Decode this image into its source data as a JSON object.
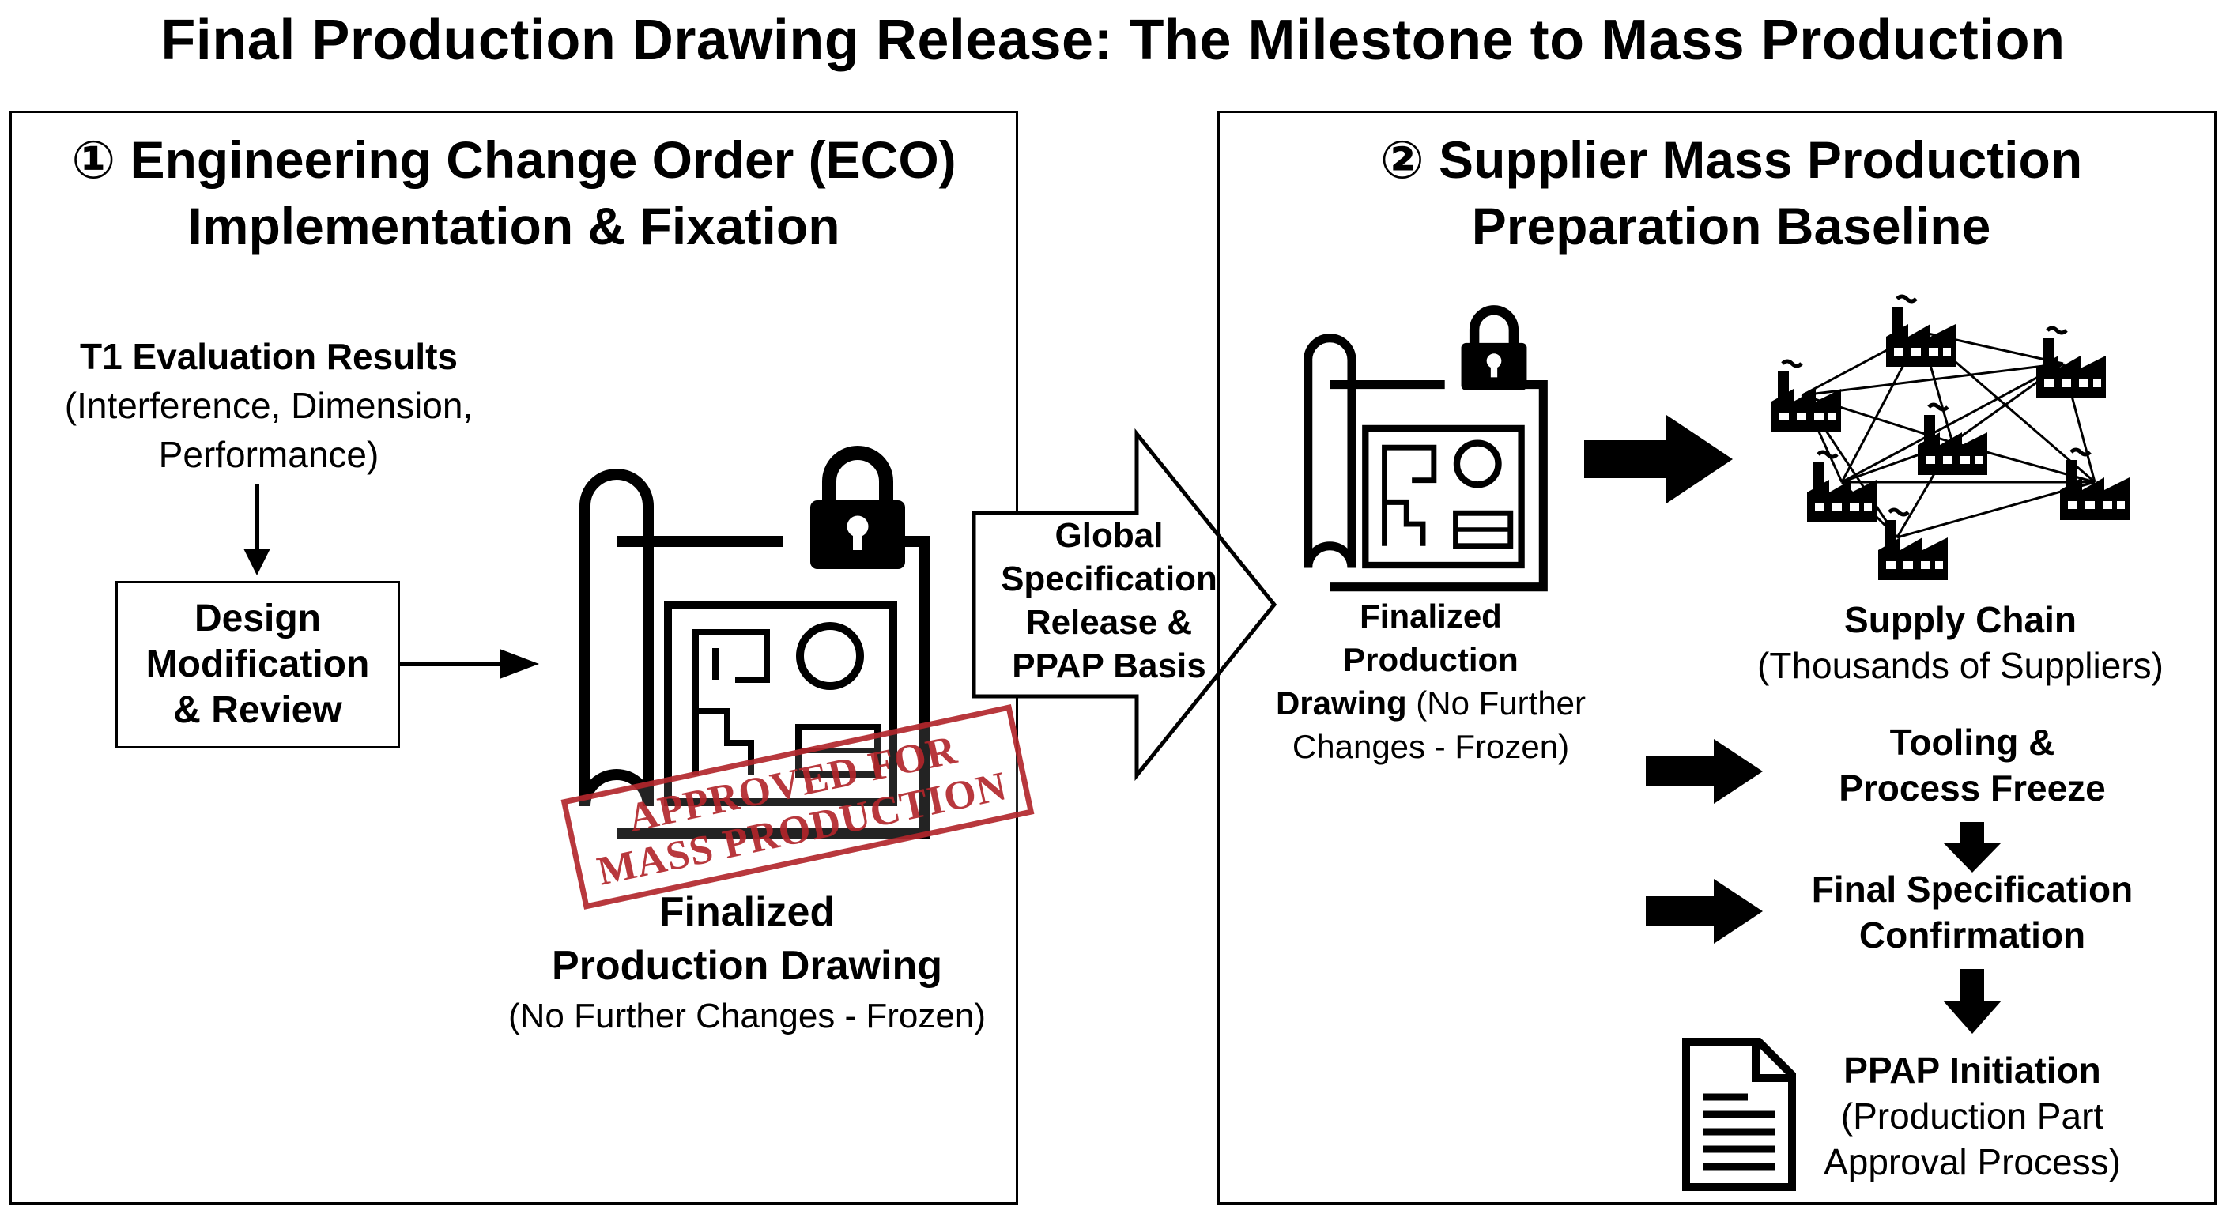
{
  "title": "Final Production Drawing Release: The Milestone to Mass Production",
  "panel1": {
    "heading": [
      "① Engineering Change Order (ECO)",
      "Implementation & Fixation"
    ],
    "t1": {
      "title": "T1 Evaluation Results",
      "lines": [
        "(Interference, Dimension,",
        "Performance)"
      ]
    },
    "design_box": [
      "Design",
      "Modification",
      "& Review"
    ],
    "stamp": [
      "APPROVED FOR",
      "MASS PRODUCTION"
    ],
    "drawing_label": [
      "Finalized",
      "Production Drawing"
    ],
    "drawing_sub": "(No Further Changes - Frozen)"
  },
  "center_arrow": [
    "Global",
    "Specification",
    "Release &",
    "PPAP Basis"
  ],
  "panel2": {
    "heading": [
      "② Supplier Mass Production",
      "Preparation Baseline"
    ],
    "drawing_label": {
      "bold1": "Finalized",
      "bold2": "Production",
      "bold3": "Drawing",
      "normal3": " (No Further",
      "line4": "Changes - Frozen)"
    },
    "supply_chain": {
      "title": "Supply Chain",
      "sub": "(Thousands of Suppliers)"
    },
    "steps": [
      {
        "lines": [
          "Tooling &",
          "Process Freeze"
        ]
      },
      {
        "lines": [
          "Final Specification",
          "Confirmation"
        ]
      }
    ],
    "ppap": {
      "title": "PPAP Initiation",
      "lines": [
        "(Production Part",
        "Approval Process)"
      ]
    }
  },
  "icons": {
    "lock": "lock-icon",
    "blueprint": "blueprint-scroll-icon",
    "factory": "factory-icon",
    "document": "document-icon",
    "arrow": "arrow-icon"
  },
  "colors": {
    "stamp": "#b3282d",
    "ink": "#000000"
  }
}
